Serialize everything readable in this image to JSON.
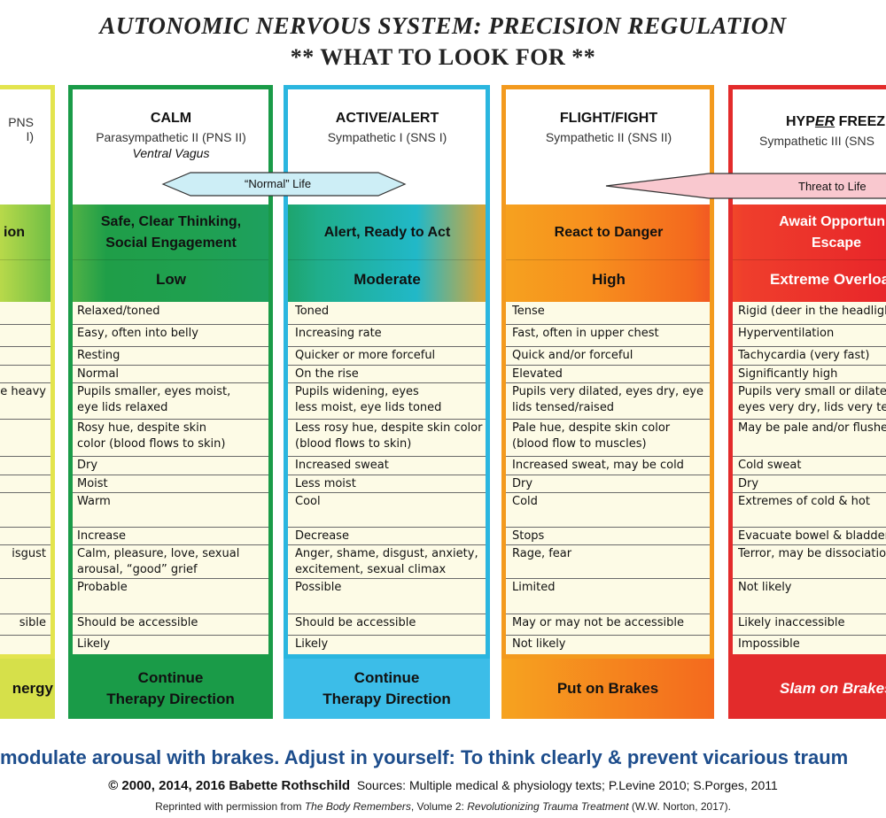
{
  "title": {
    "line1": "AUTONOMIC NERVOUS SYSTEM: PRECISION REGULATION",
    "line2": "** WHAT TO LOOK FOR **"
  },
  "columns": [
    {
      "name": "",
      "sub": "PNS I)",
      "state": "ion",
      "arousal": "",
      "footer_a": "nergy",
      "footer_b": ""
    },
    {
      "name": "CALM",
      "sub": "Parasympathetic II (PNS II)",
      "sub2": "Ventral Vagus",
      "state_a": "Safe, Clear Thinking,",
      "state_b": "Social Engagement",
      "arousal": "Low",
      "footer_a": "Continue",
      "footer_b": "Therapy Direction"
    },
    {
      "name": "ACTIVE/ALERT",
      "sub": "Sympathetic I (SNS I)",
      "state_a": "Alert, Ready to Act",
      "arousal": "Moderate",
      "footer_a": "Continue",
      "footer_b": "Therapy Direction"
    },
    {
      "name": "FLIGHT/FIGHT",
      "sub": "Sympathetic II (SNS II)",
      "state_a": "React to Danger",
      "arousal": "High",
      "footer_a": "Put on Brakes"
    },
    {
      "name_pre": "HYP",
      "name_em": "ER",
      "name_post": " FREEZE",
      "sub": "Sympathetic III (SNS",
      "state_a": "Await Opportunit",
      "state_b": "Escape",
      "arousal": "Extreme Overloa",
      "footer_a": "Slam on Brakes"
    }
  ],
  "arrows": {
    "normal": "“Normal” Life",
    "threat": "Threat to Life"
  },
  "rows": [
    {
      "c0": "",
      "c1": "Relaxed/toned",
      "c2": "Toned",
      "c3": "Tense",
      "c4": "Rigid (deer in the headligh"
    },
    {
      "c0": "",
      "c1": "Easy, often into belly",
      "c2": "Increasing rate",
      "c3": "Fast, often in upper chest",
      "c4": "Hyperventilation"
    },
    {
      "c0": "",
      "c1": "Resting",
      "c2": "Quicker or more forceful",
      "c3": "Quick and/or forceful",
      "c4": "Tachycardia (very fast)"
    },
    {
      "c0": "",
      "c1": "Normal",
      "c2": "On the rise",
      "c3": "Elevated",
      "c4": "Significantly high"
    },
    {
      "c0": "e heavy",
      "c1": "Pupils smaller, eyes moist,\neye lids relaxed",
      "c2": "Pupils widening, eyes\nless moist, eye lids toned",
      "c3": "Pupils very dilated, eyes dry, eye\nlids tensed/raised",
      "c4": "Pupils very small or dilated\neyes very dry, lids very ter"
    },
    {
      "c0": "",
      "c1": "Rosy hue, despite skin\ncolor (blood flows to skin)",
      "c2": "Less rosy hue, despite skin color\n(blood flows to skin)",
      "c3": "Pale hue, despite skin color\n(blood flow to muscles)",
      "c4": "May be pale and/or flushe"
    },
    {
      "c0": "",
      "c1": "Dry",
      "c2": "Increased sweat",
      "c3": "Increased sweat, may be cold",
      "c4": "Cold sweat"
    },
    {
      "c0": "",
      "c1": "Moist",
      "c2": "Less moist",
      "c3": "Dry",
      "c4": "Dry"
    },
    {
      "c0": "",
      "c1": "Warm",
      "c2": "Cool",
      "c3": "Cold",
      "c4": "Extremes of cold & hot"
    },
    {
      "c0": "",
      "c1": "Increase",
      "c2": "Decrease",
      "c3": "Stops",
      "c4": "Evacuate bowel & bladder"
    },
    {
      "c0": "isgust",
      "c1": "Calm, pleasure, love, sexual\narousal, “good” grief",
      "c2": "Anger, shame, disgust, anxiety,\nexcitement, sexual climax",
      "c3": "Rage, fear",
      "c4": "Terror, may be dissociatio"
    },
    {
      "c0": "",
      "c1": "Probable",
      "c2": "Possible",
      "c3": "Limited",
      "c4": "Not likely"
    },
    {
      "c0": "sible",
      "c1": "Should be accessible",
      "c2": "Should be accessible",
      "c3": "May or may not be accessible",
      "c4": "Likely inaccessible"
    },
    {
      "c0": "",
      "c1": "Likely",
      "c2": "Likely",
      "c3": "Not likely",
      "c4": "Impossible"
    }
  ],
  "bottom": {
    "line1": "modulate arousal with brakes. Adjust in yourself: To think clearly & prevent vicarious traum",
    "copyright": "© 2000, 2014, 2016 Babette Rothschild",
    "sources": "Sources: Multiple medical & physiology texts; P.Levine 2010; S.Porges, 2011",
    "reprint_a": "Reprinted with permission from ",
    "reprint_book": "The Body Remembers",
    "reprint_b": ", Volume 2: ",
    "reprint_vol": "Revolutionizing Trauma Treatment",
    "reprint_c": " (W.W. Norton, 2017)."
  },
  "colors": {
    "col0": "#e3e44e",
    "col1": "#1a9b48",
    "col2": "#2bb6df",
    "col3": "#f39a1e",
    "col4": "#e32b2b",
    "normal_arrow": "#cdeef6",
    "threat_arrow": "#f9c8cf",
    "bottom_text": "#1d4d8c"
  }
}
